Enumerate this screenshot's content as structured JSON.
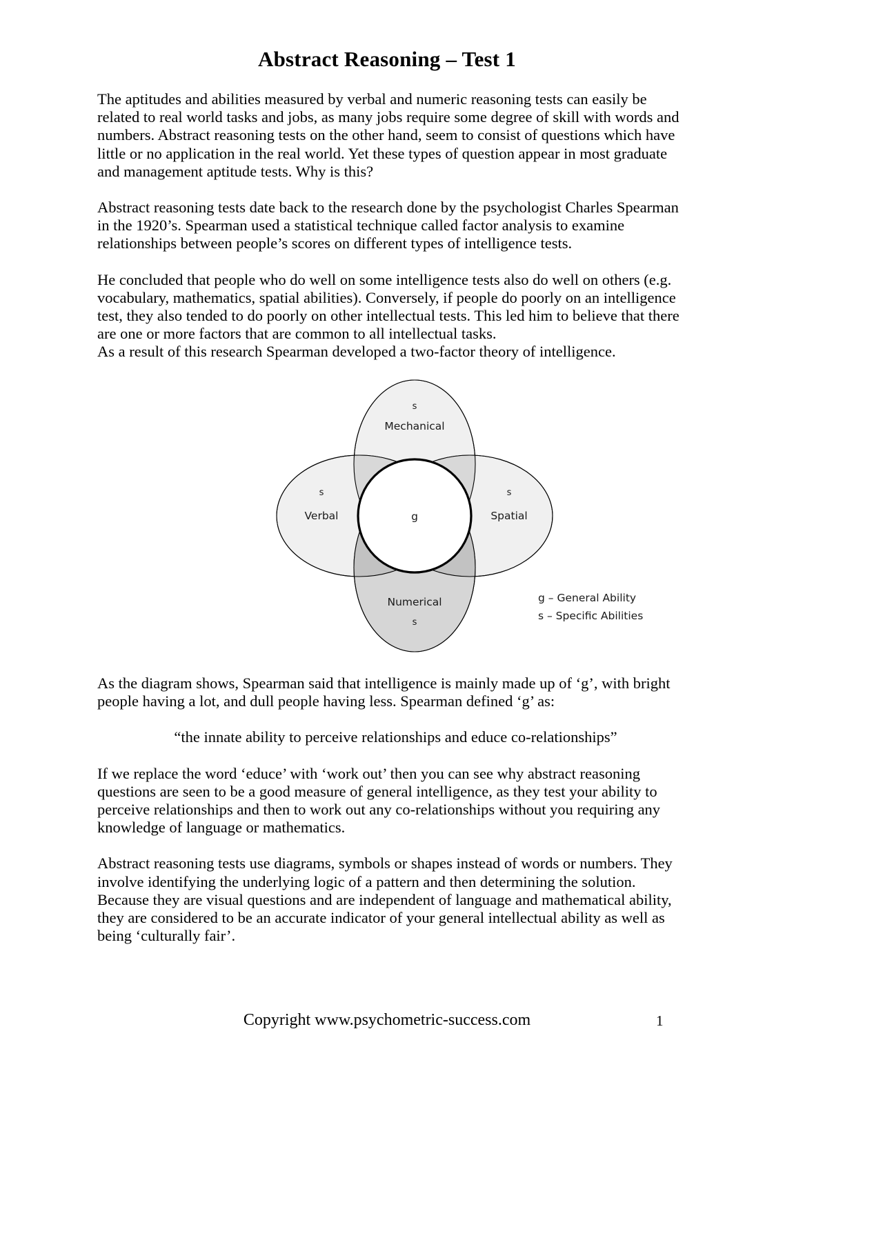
{
  "document": {
    "title": "Abstract Reasoning – Test 1",
    "paragraphs": [
      "The aptitudes and abilities measured by verbal and numeric reasoning tests can easily be related to real world tasks and jobs, as many jobs require some degree of skill with words and numbers. Abstract reasoning tests on the other hand, seem to consist of questions which have little or no application in the real world. Yet these types of question appear in most graduate and management aptitude tests. Why is this?",
      "Abstract reasoning tests date back to the research done by the psychologist Charles Spearman in the 1920’s. Spearman used a statistical technique called factor analysis to examine relationships between people’s scores on different types of intelligence tests.",
      "He concluded that people who do well on some intelligence tests also do well on others (e.g. vocabulary, mathematics, spatial abilities). Conversely, if people do poorly on an intelligence test, they also tended to do poorly on other intellectual tests. This led him to believe that there are one or more factors that are common to all intellectual tasks.\nAs a result of this research Spearman developed a two-factor theory of intelligence."
    ],
    "lower_paragraphs": [
      "As the diagram shows, Spearman said that intelligence is mainly made up of ‘g’, with bright people having a lot, and dull people having less. Spearman defined ‘g’ as:"
    ],
    "quote": "“the innate ability to perceive relationships and educe co-relationships”",
    "after_quote_paragraphs": [
      "If we replace the word ‘educe’ with ‘work out’ then you can see why abstract reasoning questions are seen to be a good measure of general intelligence, as they test your ability to perceive relationships and then to work out any co-relationships without you requiring any knowledge of language or mathematics.",
      "Abstract reasoning tests use diagrams, symbols or shapes instead of words or numbers. They involve identifying the underlying logic of a pattern and then determining the solution. Because they are visual questions and are independent of language and mathematical ability, they are considered to be an accurate indicator of your general intellectual ability as well as being ‘culturally fair’."
    ],
    "footer": {
      "copyright": "Copyright www.psychometric-success.com",
      "page_number": "1"
    }
  },
  "diagram": {
    "name": "spearman-two-factor-venn",
    "center_label": "g",
    "lobes": [
      {
        "id": "mechanical",
        "name": "Mechanical",
        "marker": "s",
        "marker_position": "above"
      },
      {
        "id": "verbal",
        "name": "Verbal",
        "marker": "s",
        "marker_position": "above"
      },
      {
        "id": "spatial",
        "name": "Spatial",
        "marker": "s",
        "marker_position": "above"
      },
      {
        "id": "numerical",
        "name": "Numerical",
        "marker": "s",
        "marker_position": "below"
      }
    ],
    "legend": [
      "g – General Ability",
      "s – Specific Abilities"
    ],
    "colors": {
      "lobe_fill": "#f0f0f0",
      "overlap_fill": "#c8c8c8",
      "numerical_fill": "#d6d6d6",
      "center_fill": "#ffffff",
      "stroke": "#000000"
    }
  }
}
